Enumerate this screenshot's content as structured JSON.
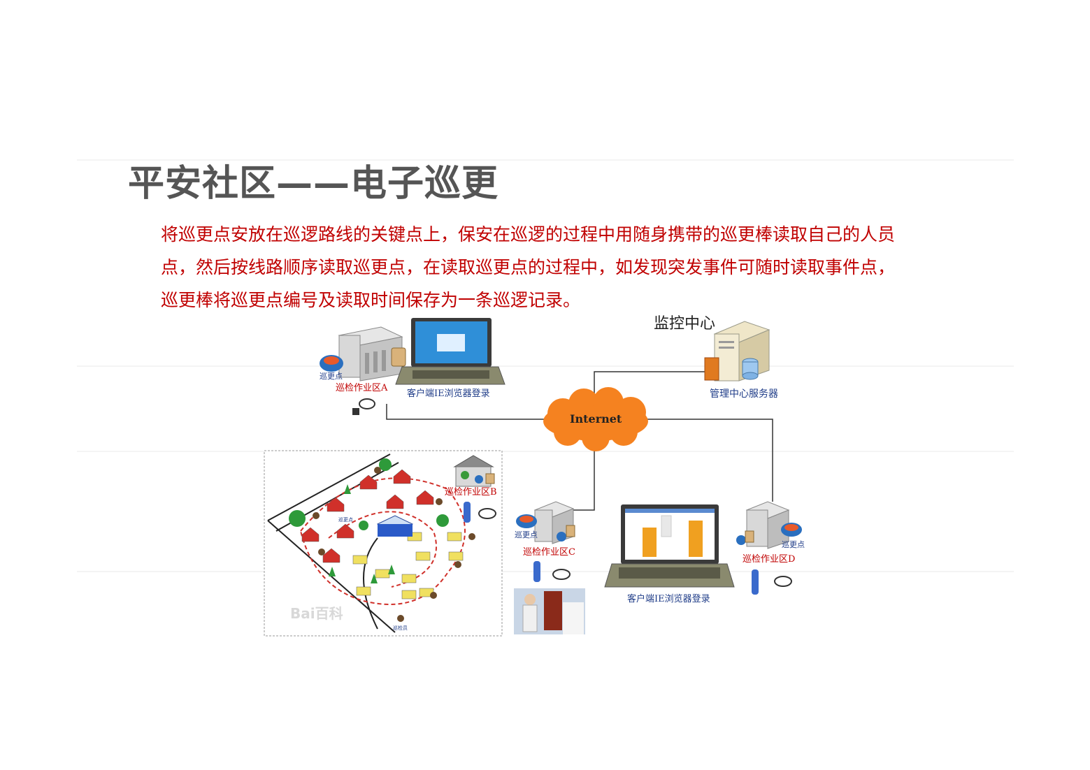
{
  "slide": {
    "title": "平安社区——电子巡更",
    "description_lines": [
      "将巡更点安放在巡逻路线的关键点上，保安在巡逻的过程中用随身携带的巡更棒读取自己的人员",
      "点，然后按线路顺序读取巡更点，在读取巡更点的过程中，如发现突发事件可随时读取事件点，",
      "巡更棒将巡更点编号及读取时间保存为一条巡逻记录。"
    ]
  },
  "diagram": {
    "monitor_center": "监控中心",
    "server_label": "管理中心服务器",
    "internet_label": "Internet",
    "zone_a": {
      "label": "巡检作业区A",
      "point": "巡更点"
    },
    "client_top": "客户端IE浏览器登录",
    "zone_b": "巡检作业区B",
    "zone_c": {
      "label": "巡检作业区C",
      "point": "巡更点"
    },
    "zone_d": {
      "label": "巡检作业区D",
      "point": "巡更点"
    },
    "client_bottom": "客户端IE浏览器登录",
    "map_point": "巡更点",
    "map_guard": "巡检员",
    "watermark": "Bai百科"
  },
  "colors": {
    "title": "#555555",
    "description": "#c00000",
    "label_blue": "#1f3c88",
    "label_red": "#c00000",
    "cloud": "#f58220"
  }
}
